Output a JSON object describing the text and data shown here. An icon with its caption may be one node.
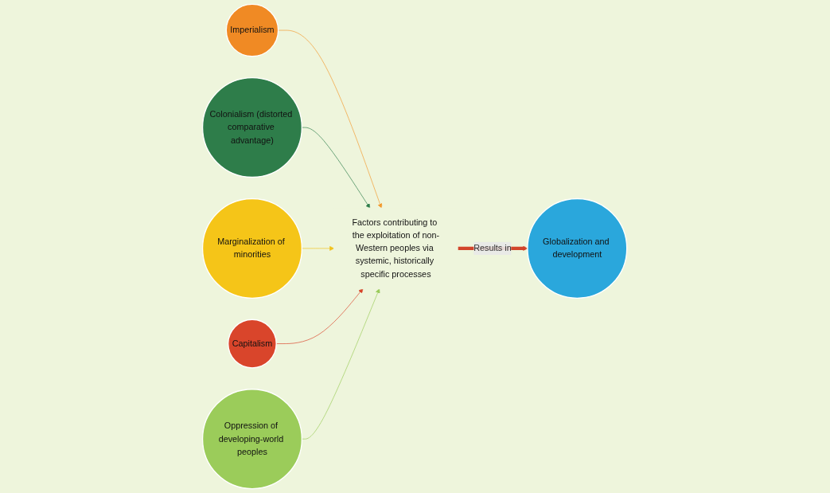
{
  "diagram": {
    "nodes": [
      {
        "text": [
          "Imperialism"
        ]
      },
      {
        "text": [
          "Colonialism (distorted comparative advantage)"
        ]
      },
      {
        "text": [
          "Factors contributing to the exploitation of non-Western peoples via systemic, historically specific processes"
        ]
      },
      {
        "text": [
          "Marginalization of minorities"
        ]
      },
      {
        "text": [
          "Capitalism"
        ]
      },
      {
        "text": [
          "Oppression of developing-world peoples"
        ]
      },
      {
        "text": [
          "Globalization and development"
        ]
      }
    ],
    "edges": [
      {
        "from": 0,
        "to": 2,
        "arrow": "to",
        "color": "#f39a2e"
      },
      {
        "from": 1,
        "to": 2,
        "arrow": "to",
        "color": "#2e7d4a"
      },
      {
        "from": 3,
        "to": 2,
        "arrow": "to",
        "color": "#f2c21b"
      },
      {
        "from": 4,
        "to": 2,
        "arrow": "to",
        "color": "#d9452b"
      },
      {
        "from": 5,
        "to": 2,
        "arrow": "to",
        "color": "#9bcc5a"
      },
      {
        "from": 2,
        "to": 6,
        "arrow": "to",
        "label": "Results in",
        "style": "thick",
        "color": "#d2452b"
      }
    ]
  }
}
